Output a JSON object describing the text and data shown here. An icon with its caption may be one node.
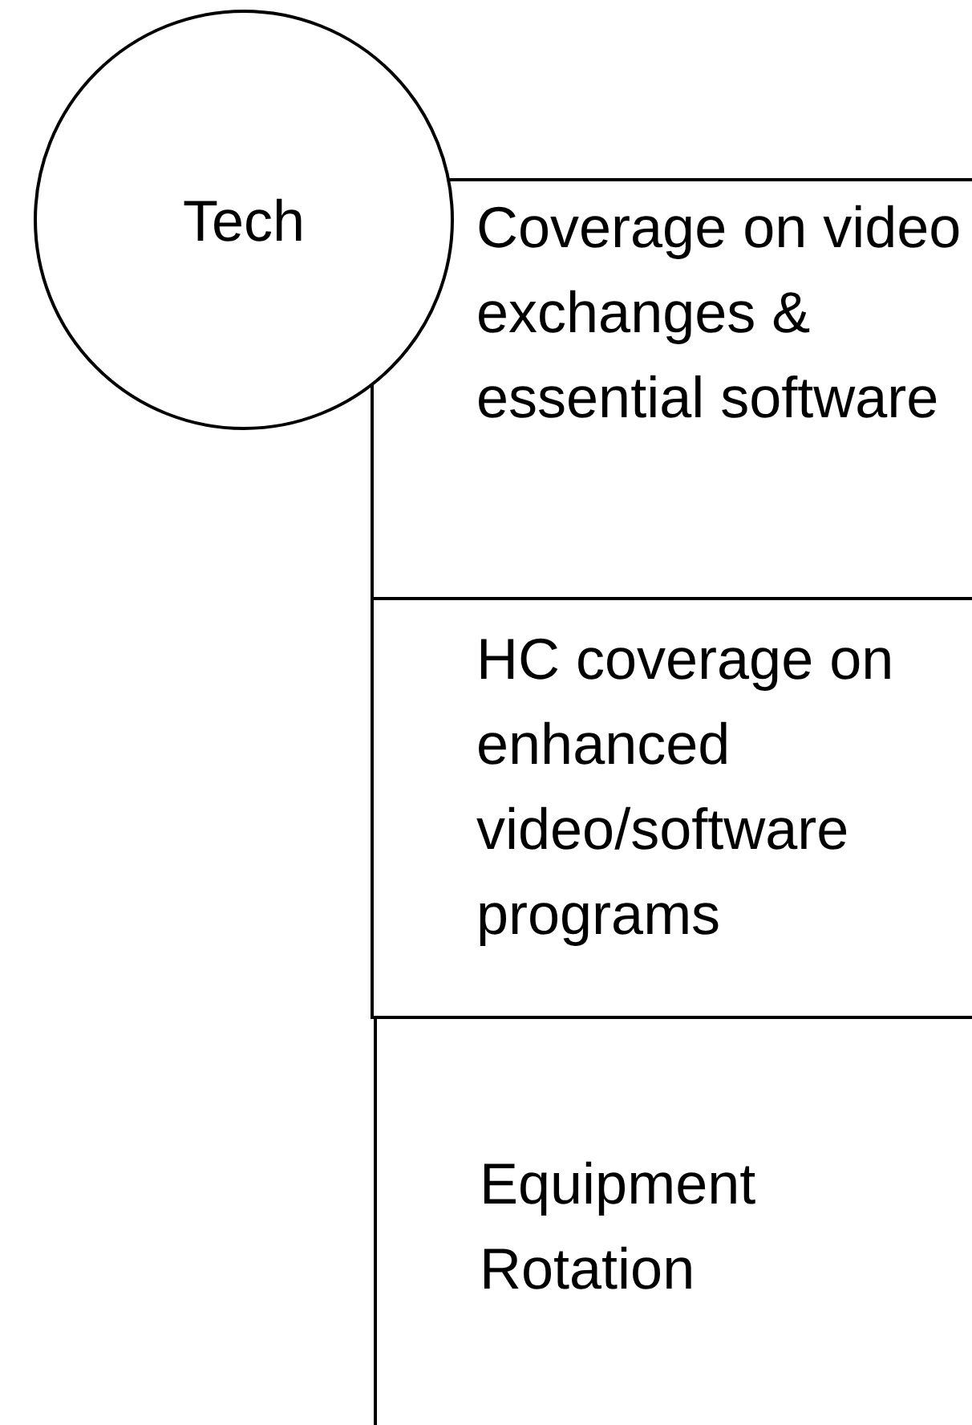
{
  "diagram": {
    "nodes": [
      {
        "text": [
          "Tech"
        ]
      },
      {
        "text": [
          "Coverage on video exchanges & essential software"
        ]
      },
      {
        "text": [
          "HC coverage on enhanced video/software programs"
        ]
      },
      {
        "text": [
          "Equipment Rotation"
        ]
      }
    ]
  }
}
